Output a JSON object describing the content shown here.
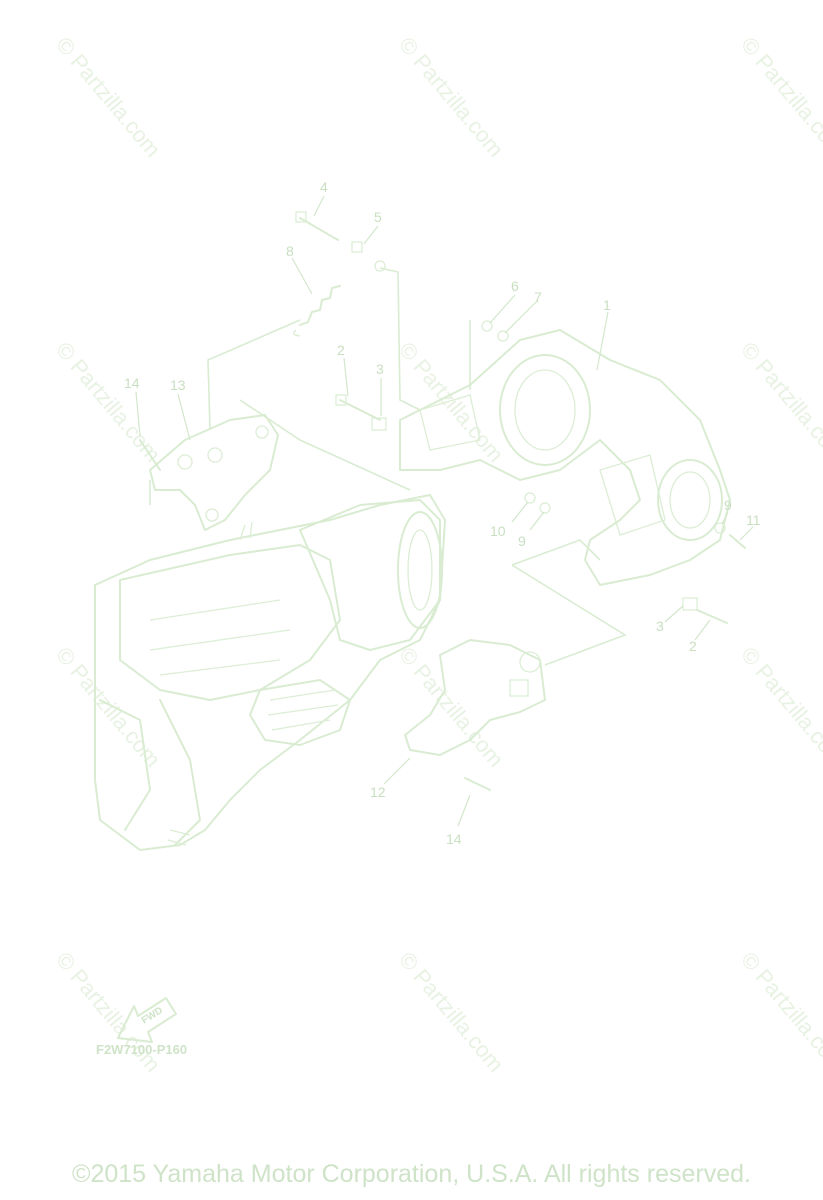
{
  "watermark": "© Partzilla.com",
  "diagram": {
    "callouts": [
      "1",
      "2",
      "3",
      "4",
      "5",
      "6",
      "7",
      "8",
      "9",
      "10",
      "11",
      "12",
      "13",
      "14"
    ],
    "drawing_code": "F2W7100-P160",
    "fwd_label": "FWD"
  },
  "footer": {
    "copyright": "©2015 Yamaha Motor Corporation, U.S.A. All rights reserved."
  },
  "colors": {
    "line_art": "#d9ecd2",
    "text": "#cfe3c8",
    "watermark": "#e8f2e3",
    "background": "#ffffff"
  }
}
